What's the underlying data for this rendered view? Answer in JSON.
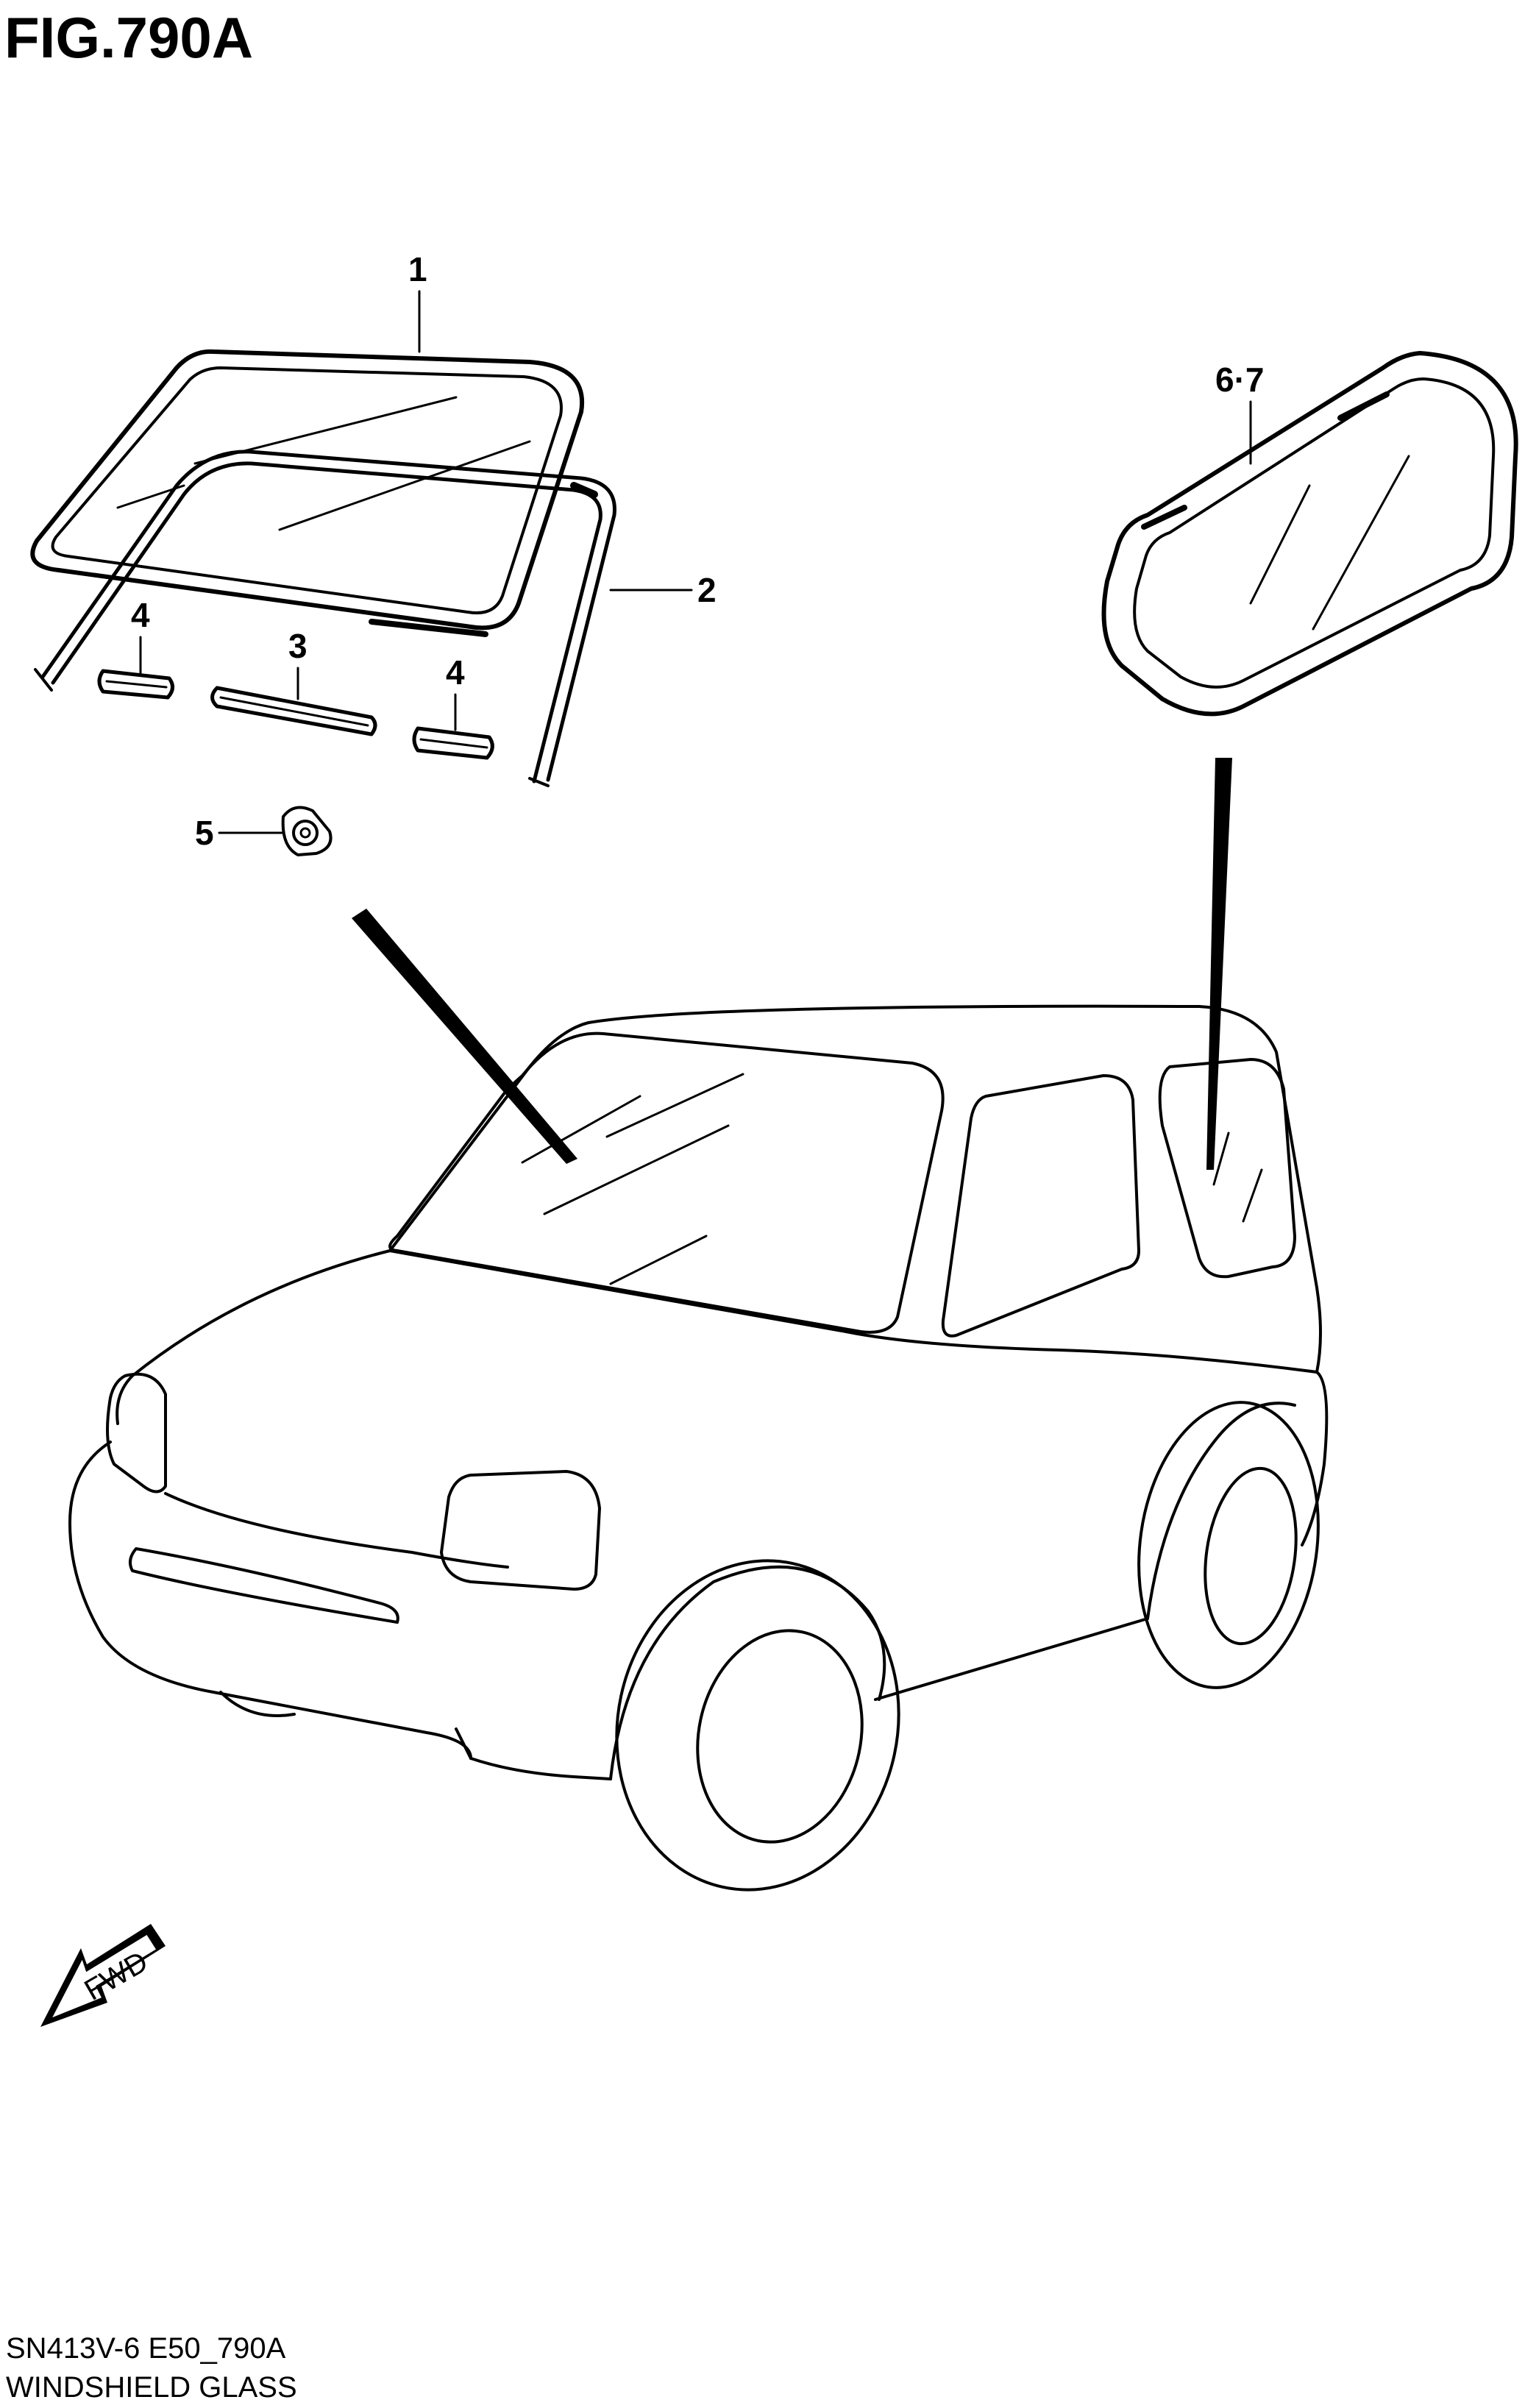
{
  "figure_title": "FIG.790A",
  "callouts": {
    "part_1": "1",
    "part_2": "2",
    "part_3": "3",
    "part_4a": "4",
    "part_4b": "4",
    "part_5": "5",
    "part_6_7": "6·7"
  },
  "fwd_label": "FWD",
  "footer": {
    "code": "SN413V-6 E50_790A",
    "name": "WINDSHIELD GLASS"
  }
}
